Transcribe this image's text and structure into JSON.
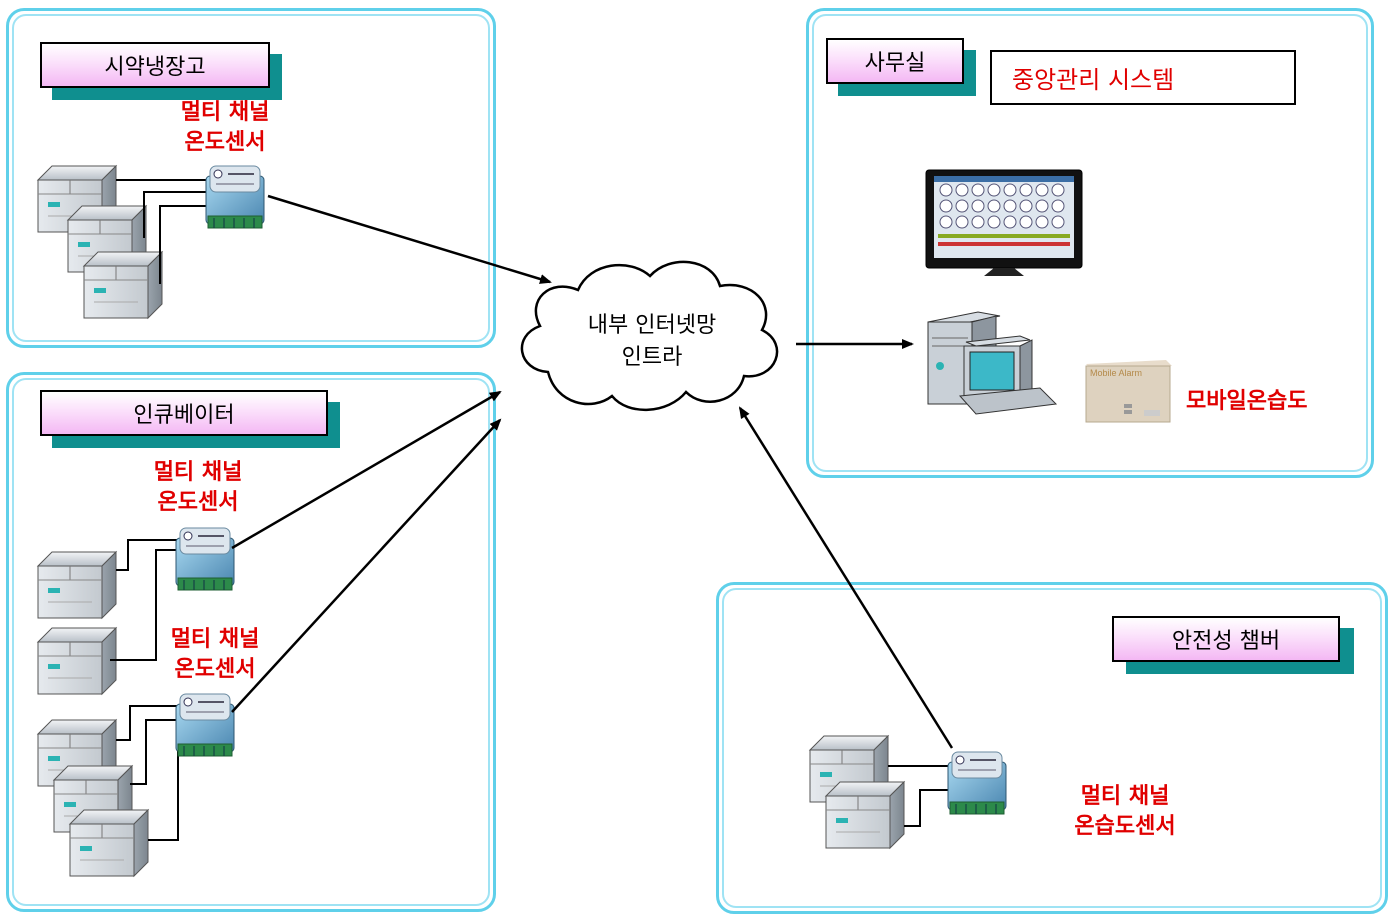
{
  "labels": {
    "fridge_title": "시약냉장고",
    "incubator_title": "인큐베이터",
    "office_title": "사무실",
    "chamber_title": "안전성 챔버",
    "central_system": "중앙관리 시스템",
    "mobile": "모바일온습도"
  },
  "sensors": {
    "fridge": [
      "멀티 채널",
      "온도센서"
    ],
    "incubator_1": [
      "멀티 채널",
      "온도센서"
    ],
    "incubator_2": [
      "멀티 채널",
      "온도센서"
    ],
    "chamber": [
      "멀티 채널",
      "온습도센서"
    ]
  },
  "cloud": [
    "내부 인터넷망",
    "인트라"
  ],
  "mobile_device_text": "Mobile Alarm",
  "colors": {
    "zone_border": "#5fd0ea",
    "label_red": "#e00000",
    "tag_shadow": "#0f8f8f",
    "tag_pink": "#f4b8f4"
  }
}
